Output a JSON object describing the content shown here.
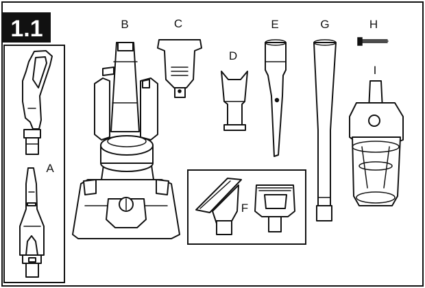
{
  "figure": {
    "badge": "1.1",
    "parts": [
      {
        "id": "A",
        "label": "A"
      },
      {
        "id": "B",
        "label": "B"
      },
      {
        "id": "C",
        "label": "C"
      },
      {
        "id": "D",
        "label": "D"
      },
      {
        "id": "E",
        "label": "E"
      },
      {
        "id": "F",
        "label": "F"
      },
      {
        "id": "G",
        "label": "G"
      },
      {
        "id": "H",
        "label": "H"
      },
      {
        "id": "I",
        "label": "I"
      }
    ]
  },
  "colors": {
    "ink": "#111111",
    "badge_fill": "#111111",
    "paper": "#ffffff"
  }
}
